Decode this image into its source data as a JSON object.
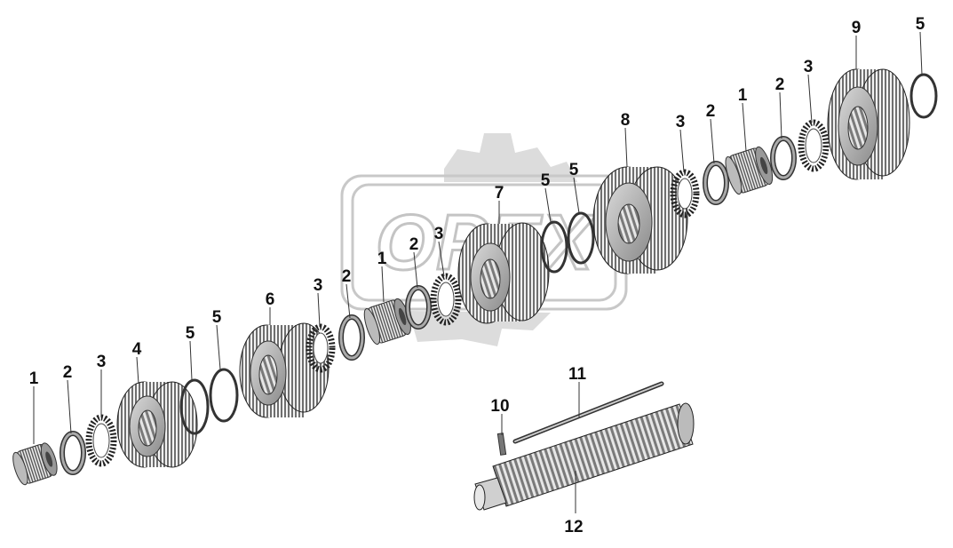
{
  "diagram": {
    "watermark_text": "OPEX",
    "part_labels": [
      "1",
      "2",
      "3",
      "4",
      "5",
      "5",
      "6",
      "3",
      "2",
      "1",
      "2",
      "3",
      "7",
      "5",
      "5",
      "8",
      "3",
      "2",
      "1",
      "2",
      "3",
      "9",
      "5",
      "10",
      "11",
      "12"
    ]
  }
}
